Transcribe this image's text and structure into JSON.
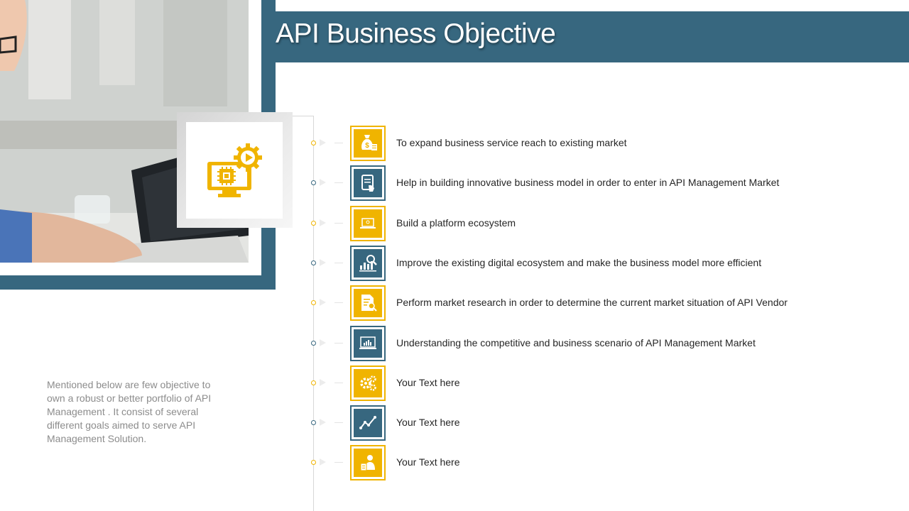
{
  "header": {
    "title": "API Business Objective"
  },
  "hero_card": {
    "icon": "computer-chip-gear-play-icon"
  },
  "description": "Mentioned below are few objective to own a robust or better portfolio of API Management . It consist of several different goals aimed to serve API Management Solution.",
  "objectives": [
    {
      "label": "To expand business service reach to existing market",
      "icon": "money-bag-icon",
      "theme": "yellow"
    },
    {
      "label": "Help in building innovative business model in order to enter in API Management Market",
      "icon": "document-hand-icon",
      "theme": "blue"
    },
    {
      "label": "Build a platform ecosystem",
      "icon": "laptop-icon",
      "theme": "yellow"
    },
    {
      "label": "Improve the existing digital ecosystem and make the business model more efficient",
      "icon": "chart-magnifier-icon",
      "theme": "blue"
    },
    {
      "label": "Perform market research in order to determine the current market situation of API Vendor",
      "icon": "document-search-icon",
      "theme": "yellow"
    },
    {
      "label": "Understanding the competitive and business scenario of API Management Market",
      "icon": "monitor-chart-icon",
      "theme": "blue"
    },
    {
      "label": "Your Text here",
      "icon": "gears-icon",
      "theme": "yellow"
    },
    {
      "label": "Your Text here",
      "icon": "line-chart-icon",
      "theme": "blue"
    },
    {
      "label": "Your Text here",
      "icon": "person-document-icon",
      "theme": "yellow"
    }
  ],
  "colors": {
    "primary_blue": "#37677f",
    "accent_yellow": "#f0b400"
  }
}
